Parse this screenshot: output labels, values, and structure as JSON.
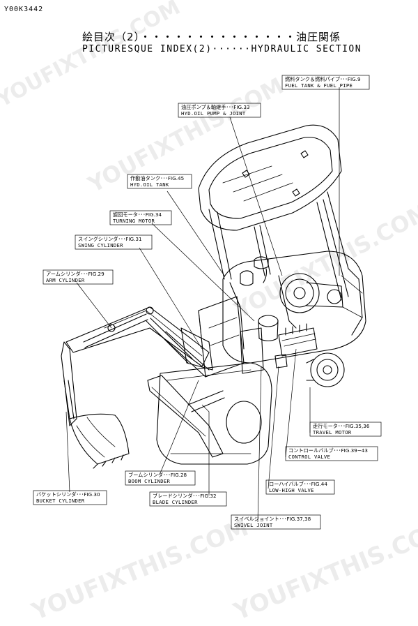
{
  "document": {
    "id": "Y00K3442",
    "title_jp": "絵目次（2）・・・・・・・・・・・・・・油圧関係",
    "title_en": "PICTURESQUE INDEX(2)······HYDRAULIC SECTION"
  },
  "callouts": [
    {
      "key": "fuel_tank",
      "jp": "燃料タンク＆燃料パイプ･･･FIG.9",
      "en": "FUEL TANK & FUEL PIPE"
    },
    {
      "key": "hyd_pump",
      "jp": "油圧ポンプ＆軸継手･･･FIG.33",
      "en": "HYD.OIL PUMP & JOINT"
    },
    {
      "key": "hyd_tank",
      "jp": "作動油タンク･･･FIG.45",
      "en": "HYD.OIL TANK"
    },
    {
      "key": "turning_motor",
      "jp": "旋回モータ･･･FIG.34",
      "en": "TURNING MOTOR"
    },
    {
      "key": "swing_cylinder",
      "jp": "スイングシリンダ･･･FIG.31",
      "en": "SWING CYLINDER"
    },
    {
      "key": "arm_cylinder",
      "jp": "アームシリンダ･･･FIG.29",
      "en": "ARM CYLINDER"
    },
    {
      "key": "travel_motor",
      "jp": "走行モータ･･･FIG.35,36",
      "en": "TRAVEL MOTOR"
    },
    {
      "key": "control_valve",
      "jp": "コントロールバルブ･･･FIG.39~43",
      "en": "CONTROL VALVE"
    },
    {
      "key": "boom_cylinder",
      "jp": "ブームシリンダ･･･FIG.28",
      "en": "BOOM CYLINDER"
    },
    {
      "key": "low_high_valve",
      "jp": "ローハイバルブ･･･FIG.44",
      "en": "LOW-HIGH VALVE"
    },
    {
      "key": "bucket_cylinder",
      "jp": "バケットシリンダ･･･FIG.30",
      "en": "BUCKET CYLINDER"
    },
    {
      "key": "blade_cylinder",
      "jp": "ブレードシリンダ･･･FIG.32",
      "en": "BLADE CYLINDER"
    },
    {
      "key": "swivel_joint",
      "jp": "スイベルジョイント･･･FIG.37,38",
      "en": "SWIVEL JOINT"
    }
  ],
  "watermark": "YOUFIXTHIS.COM"
}
